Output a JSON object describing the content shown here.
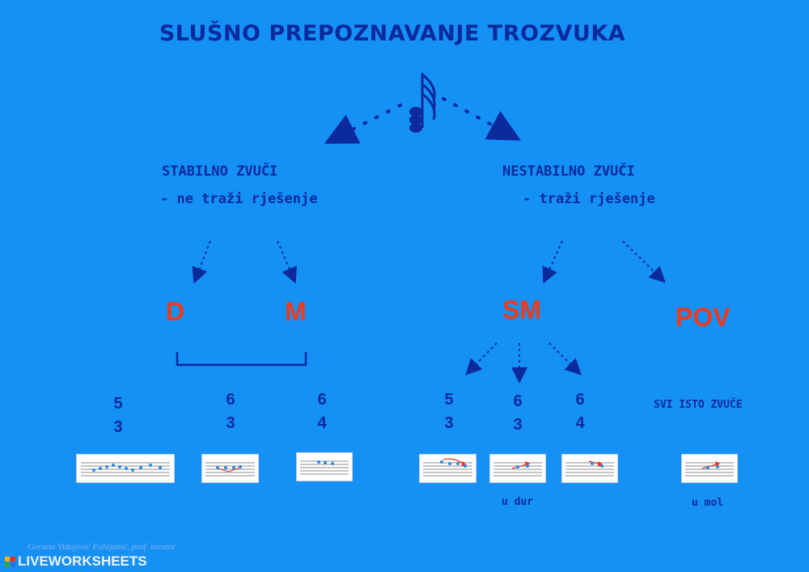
{
  "title": "SLUŠNO PREPOZNAVANJE TROZVUKA",
  "left": {
    "heading_line1": "STABILNO ZVUČI",
    "heading_line2": "- ne traži rješenje",
    "chords": [
      "D",
      "M"
    ]
  },
  "right": {
    "heading_line1": "NESTABILNO ZVUČI",
    "heading_line2": "- traži rješenje",
    "chords": [
      "SM",
      "POV"
    ]
  },
  "numbers": [
    {
      "top": "5",
      "bottom": "3"
    },
    {
      "top": "6",
      "bottom": "3"
    },
    {
      "top": "6",
      "bottom": "4"
    },
    {
      "top": "5",
      "bottom": "3"
    },
    {
      "top": "6",
      "bottom": "3"
    },
    {
      "top": "6",
      "bottom": "4"
    }
  ],
  "same_sound": "SVI ISTO ZVUČE",
  "u_dur": "u dur",
  "u_mol": "u mol",
  "author": "Gorana Vidojević Fabijanić, prof. mentor",
  "brand": "LIVEWORKSHEETS",
  "colors": {
    "background": "#1590f5",
    "text": "#0c2a9c",
    "accent": "#f03a1a"
  }
}
